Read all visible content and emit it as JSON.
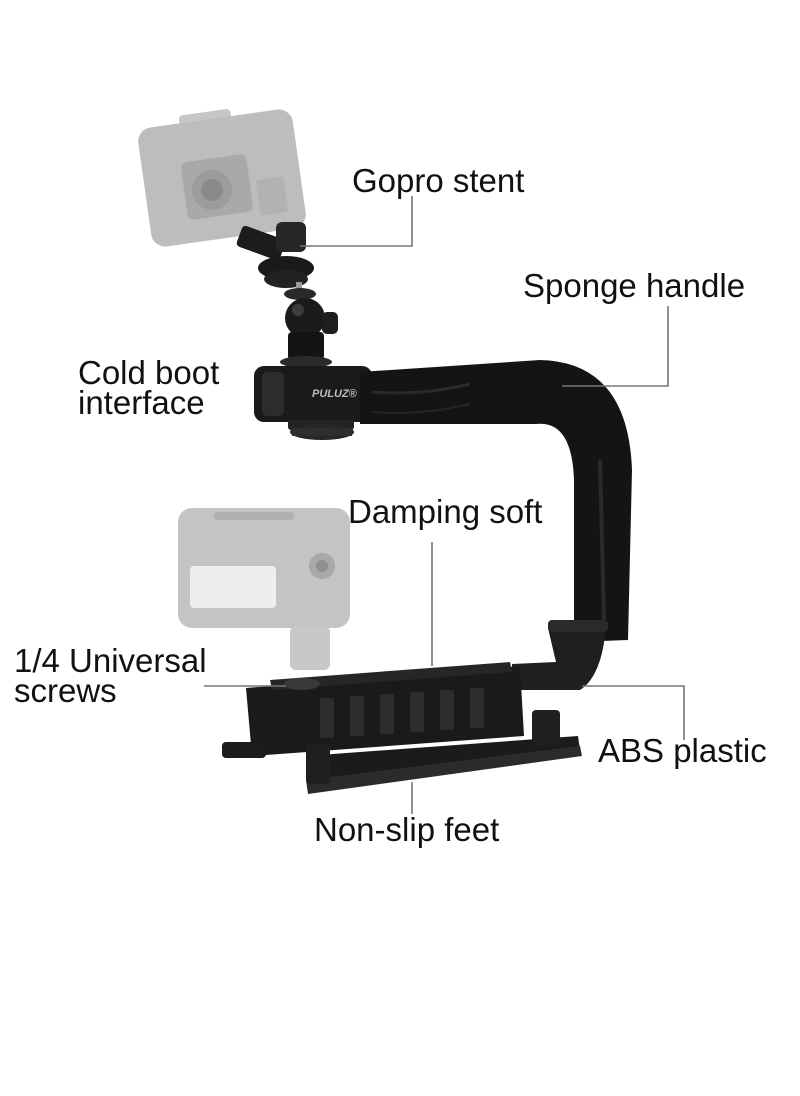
{
  "labels": {
    "gopro_stent": "Gopro stent",
    "sponge_handle": "Sponge handle",
    "cold_boot_line1": "Cold boot",
    "cold_boot_line2": "interface",
    "damping_soft": "Damping soft",
    "universal_screws_line1": "1/4 Universal",
    "universal_screws_line2": "screws",
    "abs_plastic": "ABS plastic",
    "non_slip_feet": "Non-slip feet"
  },
  "brand_mark": "PULUZ",
  "colors": {
    "text": "#111111",
    "leader_line": "#777777",
    "foam": "#141414",
    "plastic": "#1f1f1f",
    "ghost_accessory": "#bdbdbd"
  }
}
